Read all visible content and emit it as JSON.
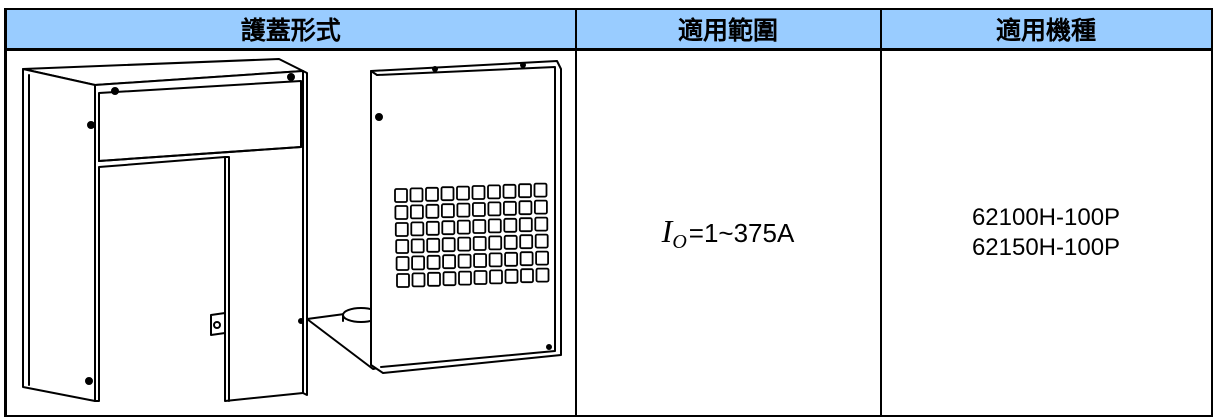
{
  "caption": "",
  "table": {
    "headers": {
      "cover_type": "護蓋形式",
      "applicable_range": "適用範圍",
      "applicable_models": "適用機種"
    },
    "row": {
      "range_symbol": "I",
      "range_subscript": "O",
      "range_value": "=1~375A",
      "models": [
        "62100H-100P",
        "62150H-100P"
      ]
    }
  }
}
